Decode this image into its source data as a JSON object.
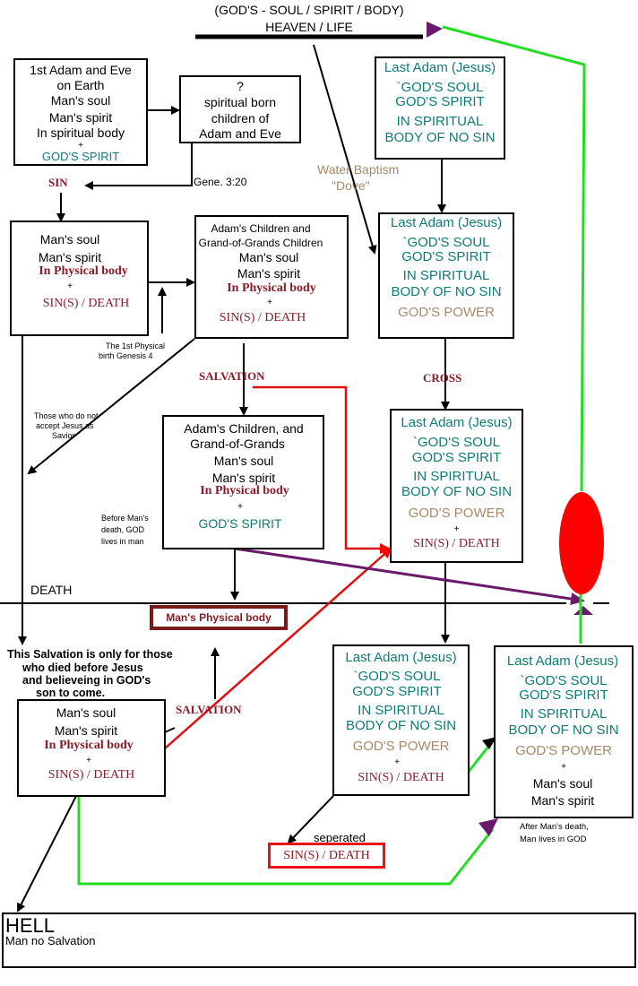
{
  "header": {
    "line1": "(GOD'S - SOUL / SPIRIT / BODY)",
    "line2": "HEAVEN / LIFE"
  },
  "boxes": {
    "adam_eve": [
      "1st Adam and Eve",
      "on Earth",
      "Man's soul",
      "Man's spirit",
      "In spiritual body",
      "+",
      "GOD'S SPIRIT"
    ],
    "spiritual_born": [
      "?",
      "spiritual born",
      "children of",
      "Adam and Eve"
    ],
    "man_physical": [
      "Man's soul",
      "Man's spirit",
      "In Physical body",
      "+",
      "SIN(S) / DEATH"
    ],
    "adams_children": [
      "Adam's Children and",
      "Grand-of-Grands Children",
      "Man's soul",
      "Man's spirit",
      "In Physical body",
      "+",
      "SIN(S) / DEATH"
    ],
    "saved_children": [
      "Adam's Children, and",
      "Grand-of-Grands",
      "Man's soul",
      "Man's spirit",
      "In Physical body",
      "+",
      "GOD'S SPIRIT"
    ],
    "jesus1": [
      "Last Adam (Jesus)",
      "`GOD'S SOUL",
      "GOD'S SPIRIT",
      "IN SPIRITUAL",
      "BODY OF  NO SIN"
    ],
    "jesus2": [
      "Last Adam (Jesus)",
      "`GOD'S SOUL",
      "GOD'S SPIRIT",
      "IN SPIRITUAL",
      "BODY OF  NO SIN",
      "GOD'S POWER"
    ],
    "jesus3": [
      "Last Adam (Jesus)",
      "`GOD'S SOUL",
      "GOD'S SPIRIT",
      "IN SPIRITUAL",
      "BODY OF  NO SIN",
      "GOD'S POWER",
      "+",
      "SIN(S) / DEATH"
    ],
    "jesus4": [
      "Last Adam (Jesus)",
      "`GOD'S SOUL",
      "GOD'S SPIRIT",
      "IN SPIRITUAL",
      "BODY OF  NO SIN",
      "GOD'S POWER",
      "+",
      "SIN(S) / DEATH"
    ],
    "jesus5": [
      "Last Adam (Jesus)",
      "`GOD'S SOUL",
      "GOD'S SPIRIT",
      "IN SPIRITUAL",
      "BODY OF  NO SIN",
      "GOD'S POWER",
      "+",
      "Man's soul",
      "Man's spirit"
    ],
    "man_before_jesus": [
      "Man's soul",
      "Man's spirit",
      "In Physical body",
      "+",
      "SIN(S) / DEATH"
    ],
    "physical_body": "Man's Physical body",
    "separated_sin": "SIN(S) / DEATH",
    "hell_title": "HELL",
    "hell_sub": "Man no Salvation"
  },
  "labels": {
    "sin": "SIN",
    "gene": "Gene. 3:20",
    "water_baptism": [
      "Water Baptism",
      "\"Dove\""
    ],
    "first_birth": [
      "The 1st Physical",
      "birth Genesis 4"
    ],
    "salvation1": "SALVATION",
    "cross": "CROSS",
    "not_accept": [
      "Those who do not",
      "accept Jesus as",
      "Savior"
    ],
    "before_death": [
      "Before Man's",
      "death, GOD",
      "lives in man"
    ],
    "death": "DEATH",
    "salvation_only": [
      "This Salvation is only for those",
      "who died before Jesus",
      "and believeing in GOD's",
      "son to come."
    ],
    "salvation2": "SALVATION",
    "seperated": "seperated",
    "after_death": [
      "After Man's death,",
      "Man lives in GOD"
    ]
  },
  "colors": {
    "teal": "#0f7b76",
    "tan": "#a58a6a",
    "maroon": "#8a1b2a",
    "red": "#ff0000",
    "green": "#22dd22",
    "purple": "#6b1a6b"
  }
}
